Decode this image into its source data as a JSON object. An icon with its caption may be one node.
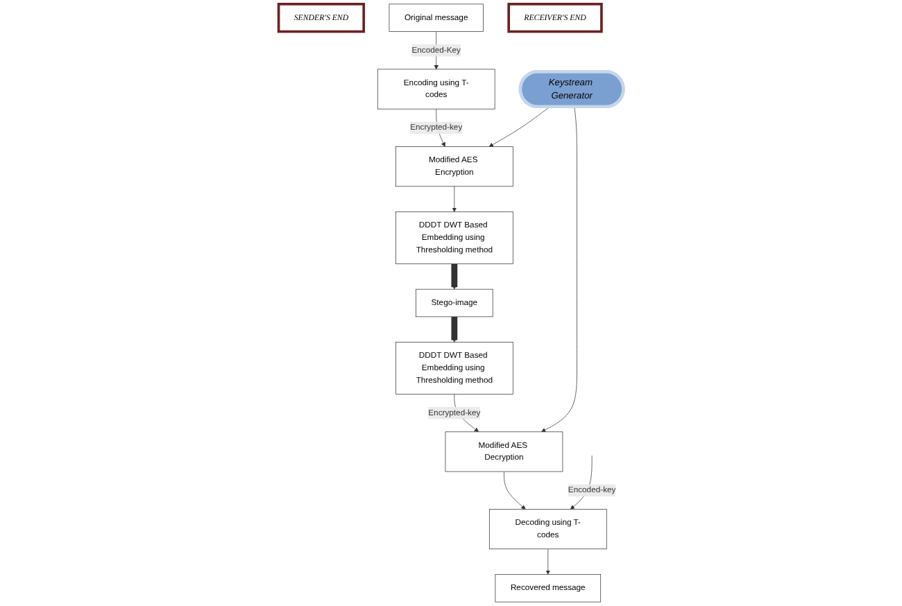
{
  "diagram": {
    "nodes": [
      {
        "text": [
          "SENDER'S END"
        ]
      },
      {
        "text": [
          "Original message"
        ]
      },
      {
        "text": [
          "Encoding using T-codes"
        ]
      },
      {
        "text": [
          "Keystream Generator"
        ]
      },
      {
        "text": [
          "Modified AES Encryption"
        ]
      },
      {
        "text": [
          "DDDT DWT Based Embedding using Thresholding method"
        ]
      },
      {
        "text": [
          "Stego-image"
        ]
      },
      {
        "text": [
          "Recovered message"
        ]
      },
      {
        "text": [
          "Decoding using T-codes"
        ]
      },
      {
        "text": [
          "Modified AES Decryption"
        ]
      },
      {
        "text": [
          "DDDT DWT Based Embedding using Thresholding method"
        ]
      },
      {
        "text": [
          "RECEIVER'S END"
        ]
      }
    ],
    "edges": [
      {
        "from": 1,
        "to": 2,
        "arrow": "to",
        "label": "Encoded-Key"
      },
      {
        "from": 2,
        "to": 4,
        "arrow": "to",
        "label": "Encrypted-key"
      },
      {
        "from": 3,
        "to": 4,
        "arrow": "to"
      },
      {
        "from": 4,
        "to": 5,
        "arrow": "to"
      },
      {
        "from": 5,
        "to": 6,
        "arrow": "to",
        "style": "thick"
      },
      {
        "from": 6,
        "to": 10,
        "arrow": "to",
        "style": "thick"
      },
      {
        "from": 3,
        "to": 9,
        "arrow": "to"
      },
      {
        "from": 10,
        "to": 9,
        "arrow": "to",
        "label": "Encrypted-key"
      },
      {
        "from": 9,
        "to": 8,
        "arrow": "to"
      },
      {
        "from": 8,
        "to": 7,
        "arrow": "to"
      },
      {
        "from": null,
        "to": 8,
        "arrow": "to",
        "label": "Encoded-key"
      }
    ]
  }
}
